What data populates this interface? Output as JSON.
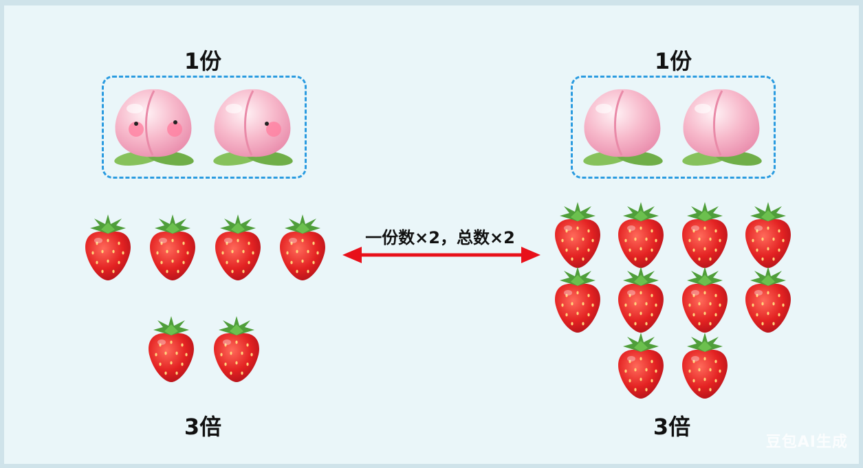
{
  "left_group": {
    "top_label": "1份",
    "bottom_label": "3倍",
    "peach_count": 2,
    "strawberry_count": 6
  },
  "right_group": {
    "top_label": "1份",
    "bottom_label": "3倍",
    "peach_count": 2,
    "strawberry_count": 10
  },
  "arrow": {
    "caption": "一份数×2，总数×2",
    "color": "#e8101a"
  },
  "colors": {
    "dashed_border": "#2a9be0",
    "background": "#eaf6f9"
  },
  "icons": [
    "peach-icon",
    "strawberry-icon",
    "double-arrow-icon"
  ],
  "watermark": "豆包AI生成"
}
